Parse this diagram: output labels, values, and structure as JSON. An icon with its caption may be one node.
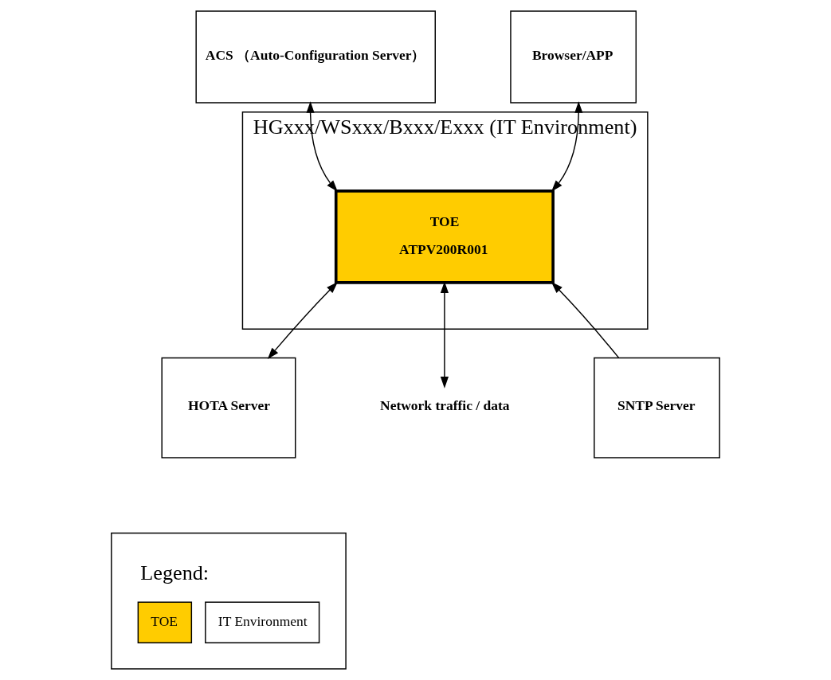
{
  "diagram": {
    "nodes": [
      {
        "text": [
          "ACS （Auto-Configuration Server）"
        ]
      },
      {
        "text": [
          "Browser/APP"
        ]
      },
      {
        "text": [
          "HGxxx/WSxxx/Bxxx/Exxx (IT Environment)"
        ]
      },
      {
        "text": [
          "TOE",
          "ATPV200R001"
        ],
        "in": 2
      },
      {
        "text": [
          "HOTA Server"
        ]
      },
      {
        "text": [
          "Network traffic / data"
        ]
      },
      {
        "text": [
          "SNTP Server"
        ]
      }
    ],
    "edges": [
      {
        "from": 0,
        "to": 3,
        "arrow": "both"
      },
      {
        "from": 3,
        "to": 1,
        "arrow": "both"
      },
      {
        "from": 3,
        "to": 4,
        "arrow": "both"
      },
      {
        "from": 3,
        "to": 5,
        "arrow": "both"
      },
      {
        "from": 6,
        "to": 3,
        "arrow": "to"
      }
    ],
    "labels": [
      "Legend:"
    ],
    "legend": [
      {
        "text": "TOE",
        "color": "#ffcc00"
      },
      {
        "text": "IT Environment",
        "color": "#ffffff"
      }
    ]
  }
}
